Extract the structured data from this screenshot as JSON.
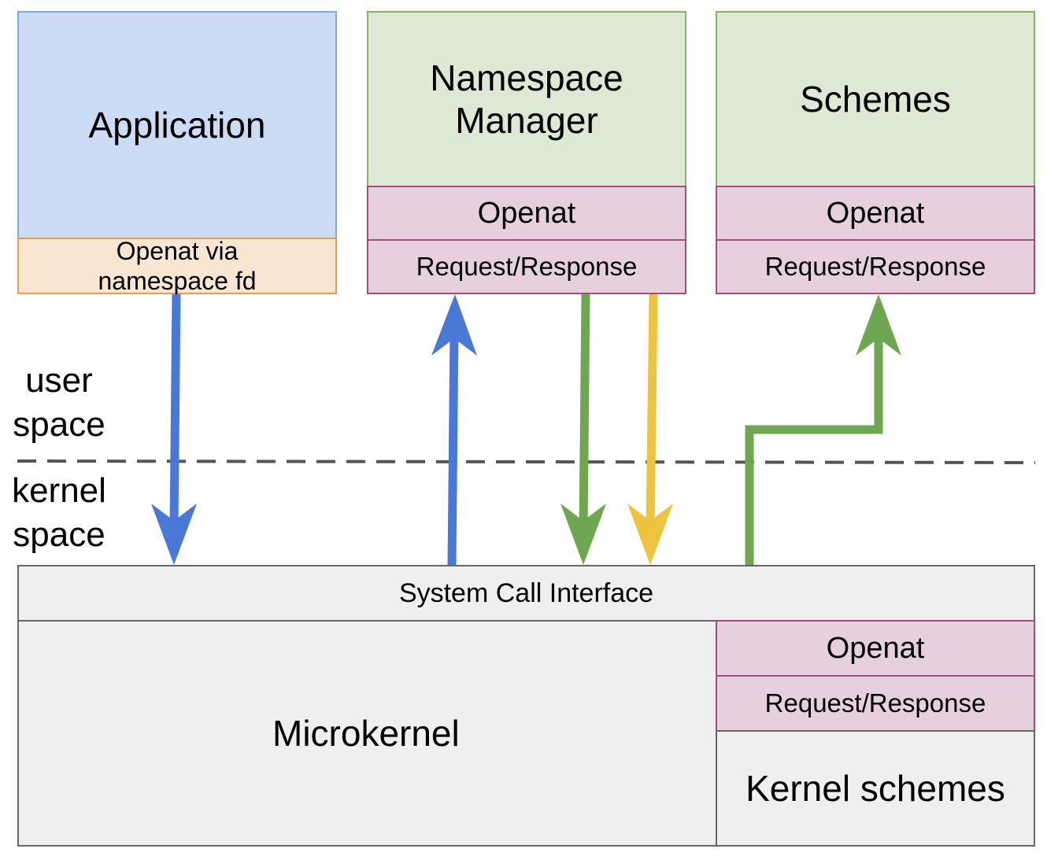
{
  "application": {
    "title": "Application",
    "openat_line1": "Openat via",
    "openat_line2": "namespace fd"
  },
  "namespace_manager": {
    "title_line1": "Namespace",
    "title_line2": "Manager",
    "openat": "Openat",
    "request_response": "Request/Response"
  },
  "schemes": {
    "title": "Schemes",
    "openat": "Openat",
    "request_response": "Request/Response"
  },
  "space_labels": {
    "user_line1": "user",
    "user_line2": "space",
    "kernel_line1": "kernel",
    "kernel_line2": "space"
  },
  "kernel": {
    "syscall_interface": "System Call Interface",
    "microkernel": "Microkernel",
    "openat": "Openat",
    "request_response": "Request/Response",
    "kernel_schemes": "Kernel schemes"
  },
  "colors": {
    "blue_arrow": "#4a78d6",
    "green_arrow": "#6fa651",
    "yellow_arrow": "#ecc440",
    "dashed_divider": "#555555"
  }
}
